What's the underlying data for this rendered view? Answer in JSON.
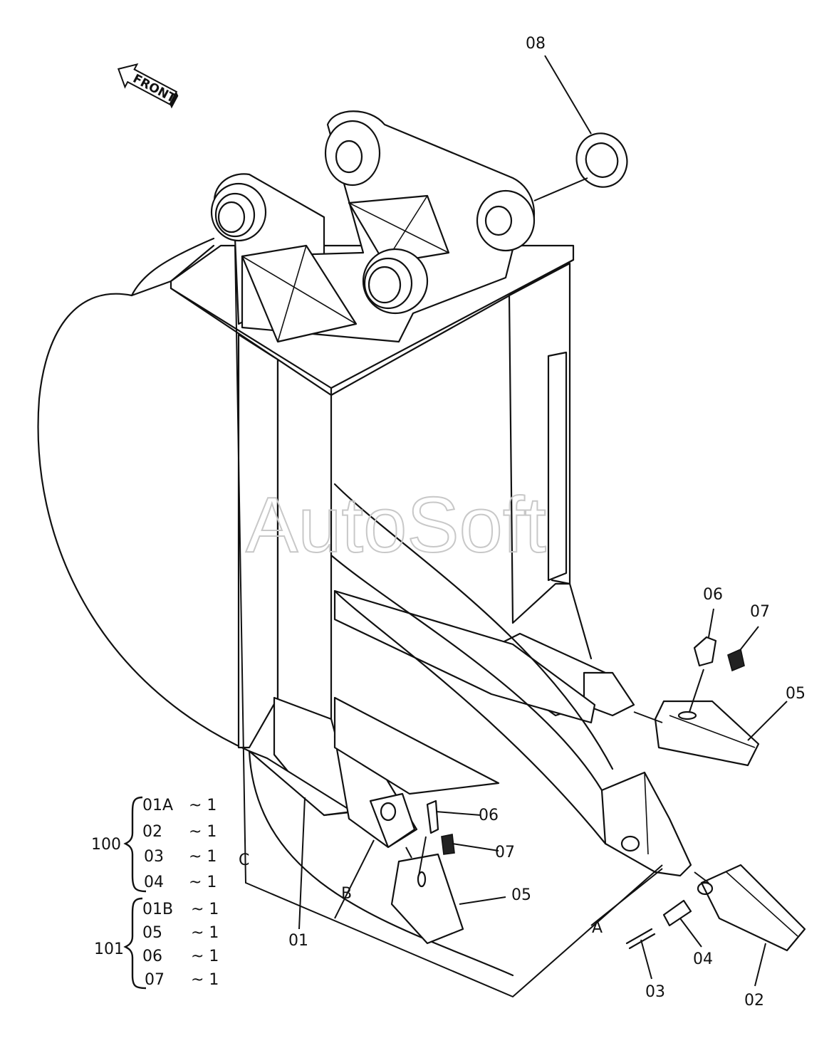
{
  "watermark": "AutoSoft",
  "front_label": "FRONT",
  "callouts": {
    "p01": "01",
    "p02": "02",
    "p03": "03",
    "p04": "04",
    "p05_right": "05",
    "p05_left": "05",
    "p06_right": "06",
    "p06_left": "06",
    "p07_right": "07",
    "p07_left": "07",
    "p08": "08",
    "ref_A": "A",
    "ref_B": "B",
    "ref_C": "C"
  },
  "kits": [
    {
      "number": "100",
      "items": [
        {
          "part": "01A",
          "qty": "~ 1"
        },
        {
          "part": "02",
          "qty": "~ 1"
        },
        {
          "part": "03",
          "qty": "~ 1"
        },
        {
          "part": "04",
          "qty": "~ 1"
        }
      ]
    },
    {
      "number": "101",
      "items": [
        {
          "part": "01B",
          "qty": "~ 1"
        },
        {
          "part": "05",
          "qty": "~ 1"
        },
        {
          "part": "06",
          "qty": "~ 1"
        },
        {
          "part": "07",
          "qty": "~ 1"
        }
      ]
    }
  ]
}
